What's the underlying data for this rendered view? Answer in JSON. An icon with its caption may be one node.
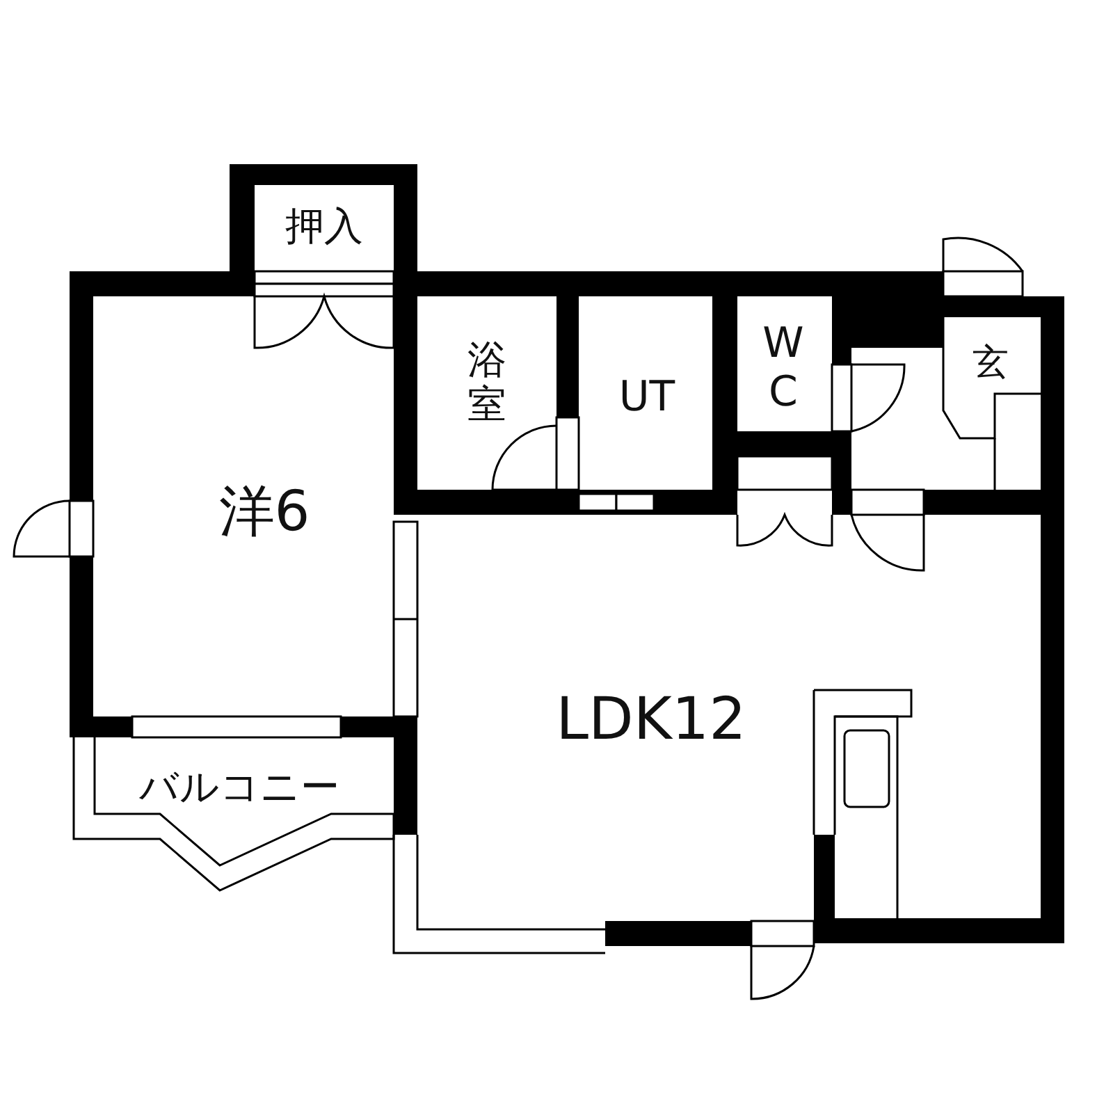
{
  "diagram": {
    "nodes": [
      {
        "text": [
          "押入"
        ]
      },
      {
        "text": [
          "浴室"
        ]
      },
      {
        "text": [
          "UT"
        ]
      },
      {
        "text": [
          "WC"
        ]
      },
      {
        "text": [
          "玄"
        ]
      },
      {
        "text": [
          "洋6"
        ]
      },
      {
        "text": [
          "LDK12"
        ]
      },
      {
        "text": [
          "バルコニー"
        ]
      }
    ]
  }
}
